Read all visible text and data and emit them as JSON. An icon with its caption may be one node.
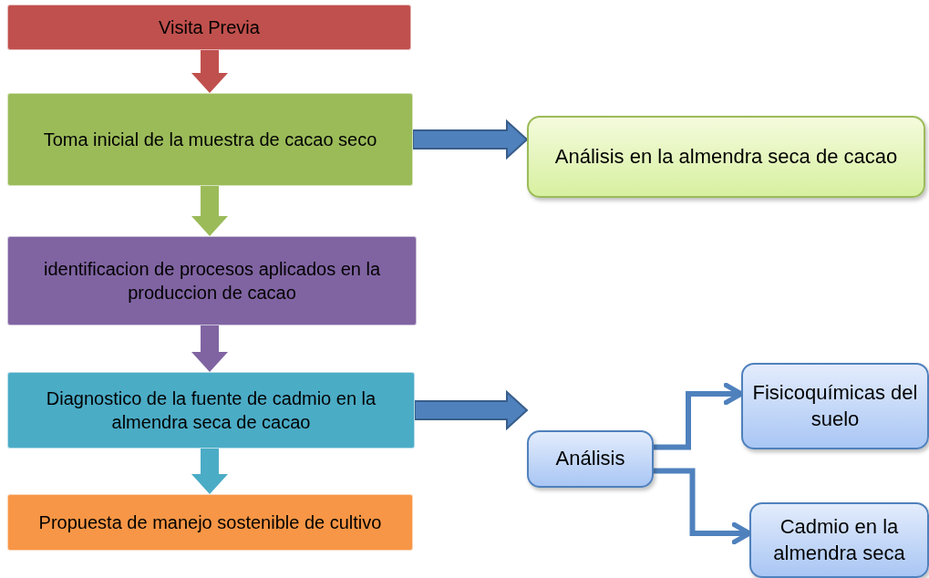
{
  "diagram": {
    "nodes": [
      {
        "text": [
          "Visita Previa"
        ]
      },
      {
        "text": [
          "Toma inicial de la muestra de cacao seco"
        ]
      },
      {
        "text": [
          "identificacion de procesos aplicados en la produccion de cacao"
        ]
      },
      {
        "text": [
          "Diagnostico de la fuente de cadmio en la almendra seca de cacao"
        ]
      },
      {
        "text": [
          "Propuesta de manejo sostenible  de cultivo"
        ]
      },
      {
        "text": [
          "Análisis en la almendra seca de cacao"
        ]
      },
      {
        "text": [
          "Análisis"
        ]
      },
      {
        "text": [
          "Fisicoquímicas del suelo"
        ]
      },
      {
        "text": [
          "Cadmio en la almendra seca"
        ]
      }
    ],
    "edges": [
      {
        "from": 0,
        "to": 1,
        "arrow": "to",
        "style": "thick",
        "color": "#c0504d"
      },
      {
        "from": 1,
        "to": 2,
        "arrow": "to",
        "style": "thick",
        "color": "#9bbb59"
      },
      {
        "from": 2,
        "to": 3,
        "arrow": "to",
        "style": "thick",
        "color": "#8064a2"
      },
      {
        "from": 3,
        "to": 4,
        "arrow": "to",
        "style": "thick",
        "color": "#4bacc6"
      },
      {
        "from": 1,
        "to": 5,
        "arrow": "to",
        "style": "thick"
      },
      {
        "from": 3,
        "to": 6,
        "arrow": "to",
        "style": "thick"
      },
      {
        "from": 6,
        "to": 7,
        "arrow": "to"
      },
      {
        "from": 6,
        "to": 8,
        "arrow": "to"
      }
    ]
  }
}
